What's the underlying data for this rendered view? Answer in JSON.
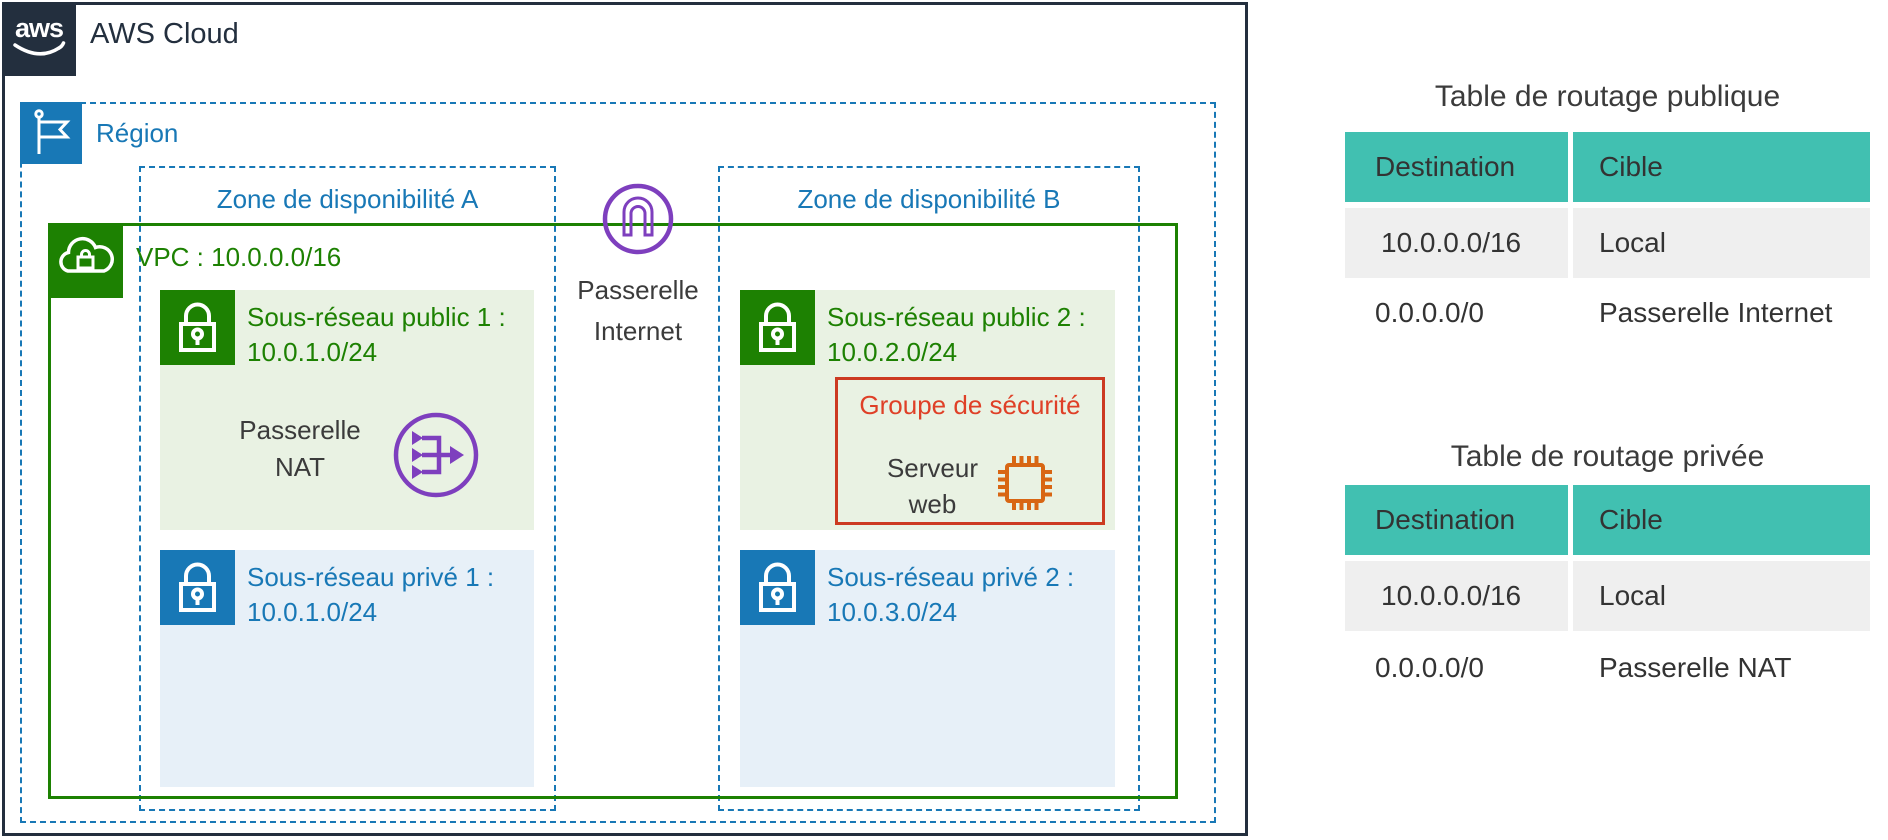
{
  "diagram": {
    "aws_cloud_label": "AWS Cloud",
    "region_label": "Région",
    "vpc_label": "VPC : 10.0.0.0/16",
    "zone_a_label": "Zone de disponibilité A",
    "zone_b_label": "Zone de disponibilité B",
    "internet_gateway": {
      "line1": "Passerelle",
      "line2": "Internet"
    },
    "nat_gateway": {
      "line1": "Passerelle",
      "line2": "NAT"
    },
    "subnets": {
      "public1": {
        "line1": "Sous-réseau public 1 :",
        "line2": "10.0.1.0/24"
      },
      "private1": {
        "line1": "Sous-réseau privé 1 :",
        "line2": "10.0.1.0/24"
      },
      "public2": {
        "line1": "Sous-réseau public 2 :",
        "line2": "10.0.2.0/24"
      },
      "private2": {
        "line1": "Sous-réseau privé 2 :",
        "line2": "10.0.3.0/24"
      }
    },
    "security_group": {
      "label": "Groupe de sécurité",
      "server_line1": "Serveur",
      "server_line2": "web"
    },
    "icons": {
      "aws_logo": "aws-logo-icon",
      "region": "flag-icon",
      "vpc": "cloud-lock-icon",
      "subnet": "padlock-icon",
      "nat": "nat-gateway-icon",
      "internet": "internet-gateway-icon",
      "server": "chip-icon"
    }
  },
  "tables": {
    "public": {
      "title": "Table de routage publique",
      "headers": [
        "Destination",
        "Cible"
      ],
      "rows": [
        [
          "10.0.0.0/16",
          "Local"
        ],
        [
          "0.0.0.0/0",
          "Passerelle Internet"
        ]
      ]
    },
    "private": {
      "title": "Table de routage privée",
      "headers": [
        "Destination",
        "Cible"
      ],
      "rows": [
        [
          "10.0.0.0/16",
          "Local"
        ],
        [
          "0.0.0.0/0",
          "Passerelle NAT"
        ]
      ]
    }
  },
  "colors": {
    "navy": "#232F3E",
    "blue": "#1878B6",
    "green": "#1D8102",
    "purple": "#7E3FBE",
    "security_red": "#CC3A21",
    "orange": "#D86613",
    "table_header_teal": "#41C0B1",
    "table_row_gray": "#EFEFEF",
    "public_subnet_bg": "#E9F2E3",
    "private_subnet_bg": "#E7F0F8"
  }
}
